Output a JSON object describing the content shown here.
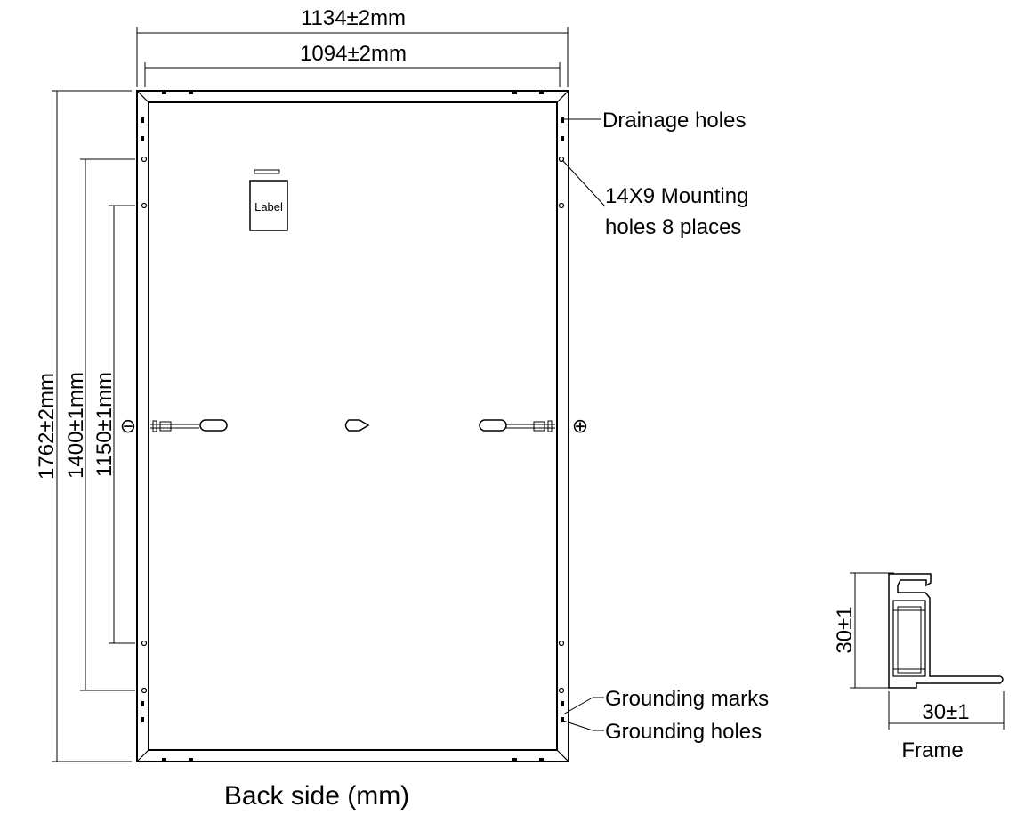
{
  "dimensions": {
    "overall_width": "1134±2mm",
    "inner_width": "1094±2mm",
    "overall_height": "1762±2mm",
    "mounting_outer_spacing": "1400±1mm",
    "mounting_inner_spacing": "1150±1mm"
  },
  "callouts": {
    "drainage_holes": "Drainage holes",
    "mounting_holes_line1": "14X9 Mounting",
    "mounting_holes_line2": "holes 8 places",
    "grounding_marks": "Grounding marks",
    "grounding_holes": "Grounding holes"
  },
  "panel": {
    "label_box": "Label",
    "negative_symbol": "⊖",
    "positive_symbol": "⊕",
    "caption": "Back side (mm)"
  },
  "frame": {
    "height_dim": "30±1",
    "width_dim": "30±1",
    "caption": "Frame"
  }
}
